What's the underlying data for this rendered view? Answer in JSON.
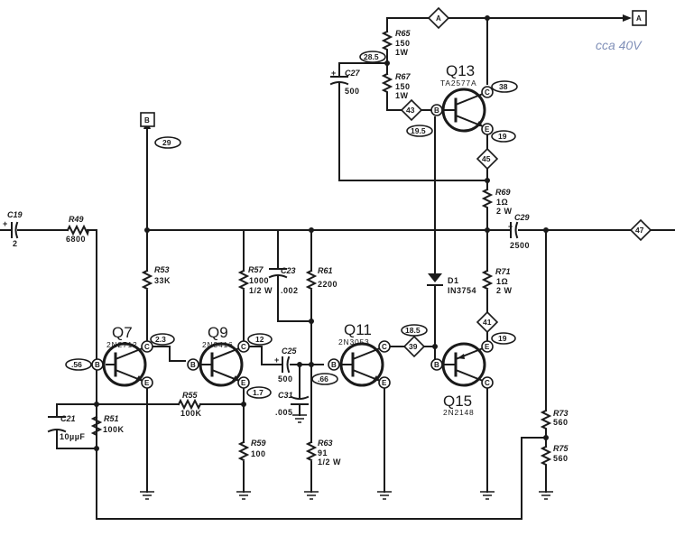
{
  "title": "Audio amplifier output stage schematic",
  "annotation": "cca 40V",
  "connectors": {
    "A_top": "A",
    "A_right": "A",
    "B": "B"
  },
  "transistors": {
    "Q7": {
      "name": "Q7",
      "type": "2N2712"
    },
    "Q9": {
      "name": "Q9",
      "type": "2N3416"
    },
    "Q11": {
      "name": "Q11",
      "type": "2N3053"
    },
    "Q13": {
      "name": "Q13",
      "type": "TA2577A"
    },
    "Q15": {
      "name": "Q15",
      "type": "2N2148"
    }
  },
  "pins": {
    "B": "B",
    "C": "C",
    "E": "E"
  },
  "resistors": {
    "R49": {
      "ref": "R49",
      "value": "6800"
    },
    "R51": {
      "ref": "R51",
      "value": "100K"
    },
    "R53": {
      "ref": "R53",
      "value": "33K"
    },
    "R55": {
      "ref": "R55",
      "value": "100K"
    },
    "R57": {
      "ref": "R57",
      "value": "1000",
      "power": "1/2 W"
    },
    "R59": {
      "ref": "R59",
      "value": "100"
    },
    "R61": {
      "ref": "R61",
      "value": "2200"
    },
    "R63": {
      "ref": "R63",
      "value": "91",
      "power": "1/2 W"
    },
    "R65": {
      "ref": "R65",
      "value": "150",
      "power": "1W"
    },
    "R67": {
      "ref": "R67",
      "value": "150",
      "power": "1W"
    },
    "R69": {
      "ref": "R69",
      "value": "1Ω",
      "power": "2 W"
    },
    "R71": {
      "ref": "R71",
      "value": "1Ω",
      "power": "2 W"
    },
    "R73": {
      "ref": "R73",
      "value": "560"
    },
    "R75": {
      "ref": "R75",
      "value": "560"
    }
  },
  "capacitors": {
    "C19": {
      "ref": "C19",
      "value": "2"
    },
    "C21": {
      "ref": "C21",
      "value": "10µµF"
    },
    "C23": {
      "ref": "C23",
      "value": ".002"
    },
    "C25": {
      "ref": "C25",
      "value": "500"
    },
    "C27": {
      "ref": "C27",
      "value": "500"
    },
    "C29": {
      "ref": "C29",
      "value": "2500"
    },
    "C31": {
      "ref": "C31",
      "value": ".005"
    }
  },
  "diodes": {
    "D1": {
      "ref": "D1",
      "type": "IN3754"
    }
  },
  "voltages": {
    "q7_base": ".56",
    "q7_collector": "2.3",
    "q9_collector": "12",
    "q9_emitter": "1.7",
    "q11_base": ".66",
    "q11_collector": "18.5",
    "q13_base": "19.5",
    "q13_collector": "38",
    "q13_emitter": "19",
    "q15_emitter": "19",
    "r65_r67_node": "28.5",
    "b_supply": "29"
  },
  "test_points": {
    "A": "A",
    "tp43": "43",
    "tp45": "45",
    "tp39": "39",
    "tp41": "41",
    "tp47": "47"
  },
  "polarity": "+"
}
